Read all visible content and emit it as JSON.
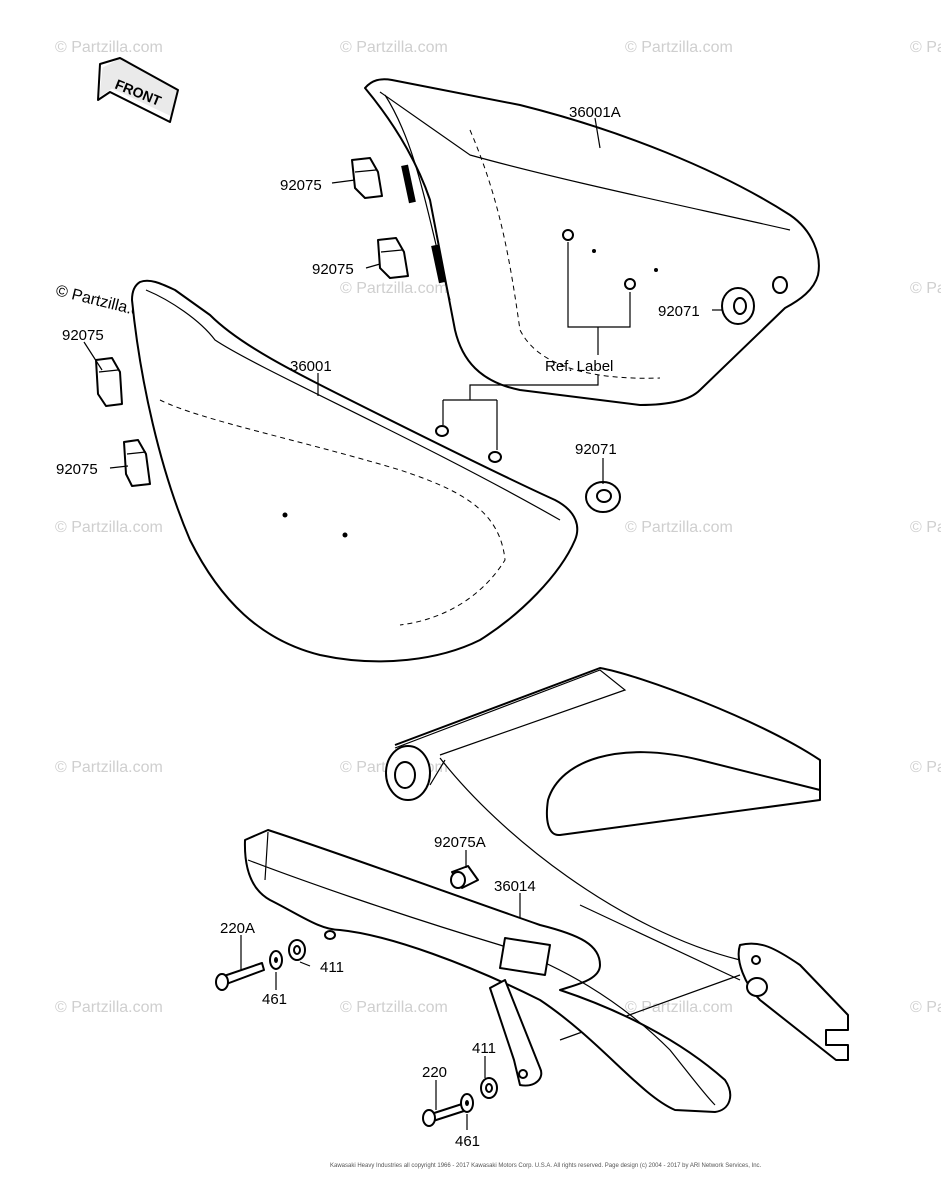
{
  "watermark": "© Partzilla.com",
  "front_label": "FRONT",
  "labels": {
    "p36001A": "36001A",
    "p92075_a": "92075",
    "p92075_b": "92075",
    "p92075_c": "92075",
    "p92075_d": "92075",
    "p92071_a": "92071",
    "p92071_b": "92071",
    "p36001": "36001",
    "ref_label": "Ref. Label",
    "p92075A": "92075A",
    "p36014": "36014",
    "p220A": "220A",
    "p411_a": "411",
    "p461_a": "461",
    "p411_b": "411",
    "p220": "220",
    "p461_b": "461"
  },
  "footer": "Kawasaki Heavy Industries all copyright 1966 - 2017 Kawasaki Motors Corp. U.S.A. All rights reserved. Page design (c) 2004 - 2017 by ARI Network Services, Inc."
}
